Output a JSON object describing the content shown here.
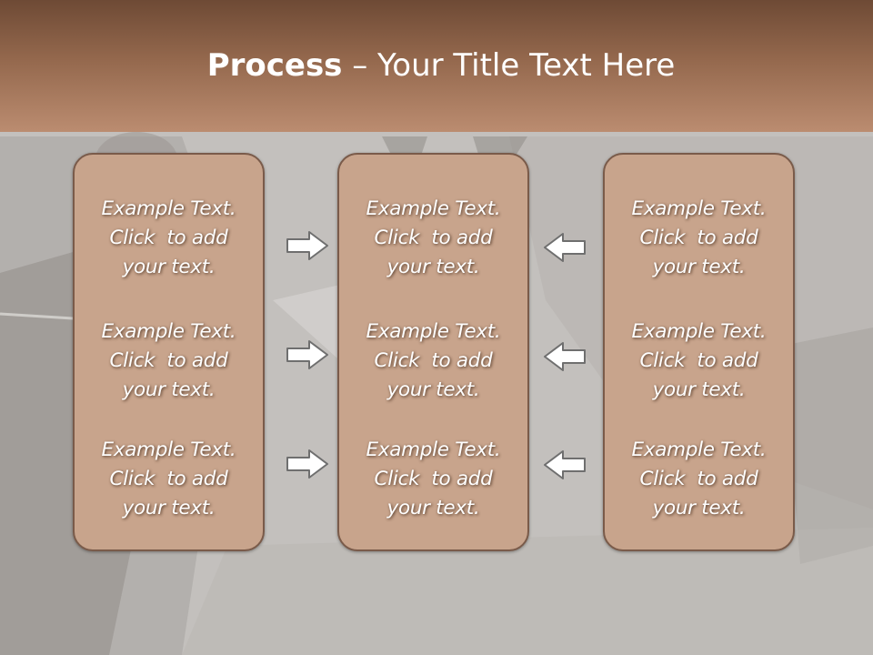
{
  "header": {
    "title_bold": "Process",
    "title_rest": " – Your Title Text Here"
  },
  "columns": [
    {
      "cells": [
        {
          "line1": "Example Text.",
          "line2": "Click  to add",
          "line3": "your text."
        },
        {
          "line1": "Example Text.",
          "line2": "Click  to add",
          "line3": "your text."
        },
        {
          "line1": "Example Text.",
          "line2": "Click  to add",
          "line3": "your text."
        }
      ]
    },
    {
      "cells": [
        {
          "line1": "Example Text.",
          "line2": "Click  to add",
          "line3": "your text."
        },
        {
          "line1": "Example Text.",
          "line2": "Click  to add",
          "line3": "your text."
        },
        {
          "line1": "Example Text.",
          "line2": "Click  to add",
          "line3": "your text."
        }
      ]
    },
    {
      "cells": [
        {
          "line1": "Example Text.",
          "line2": "Click  to add",
          "line3": "your text."
        },
        {
          "line1": "Example Text.",
          "line2": "Click  to add",
          "line3": "your text."
        },
        {
          "line1": "Example Text.",
          "line2": "Click  to add",
          "line3": "your text."
        }
      ]
    }
  ],
  "arrows": {
    "left_to_middle": "right-arrow-icon",
    "right_to_middle": "left-arrow-icon"
  },
  "colors": {
    "header_top": "#6e4a35",
    "header_bottom": "#bb8c70",
    "box_fill": "#c8a48c",
    "box_border": "#7a5b4a",
    "background": "#c7c4c1"
  }
}
